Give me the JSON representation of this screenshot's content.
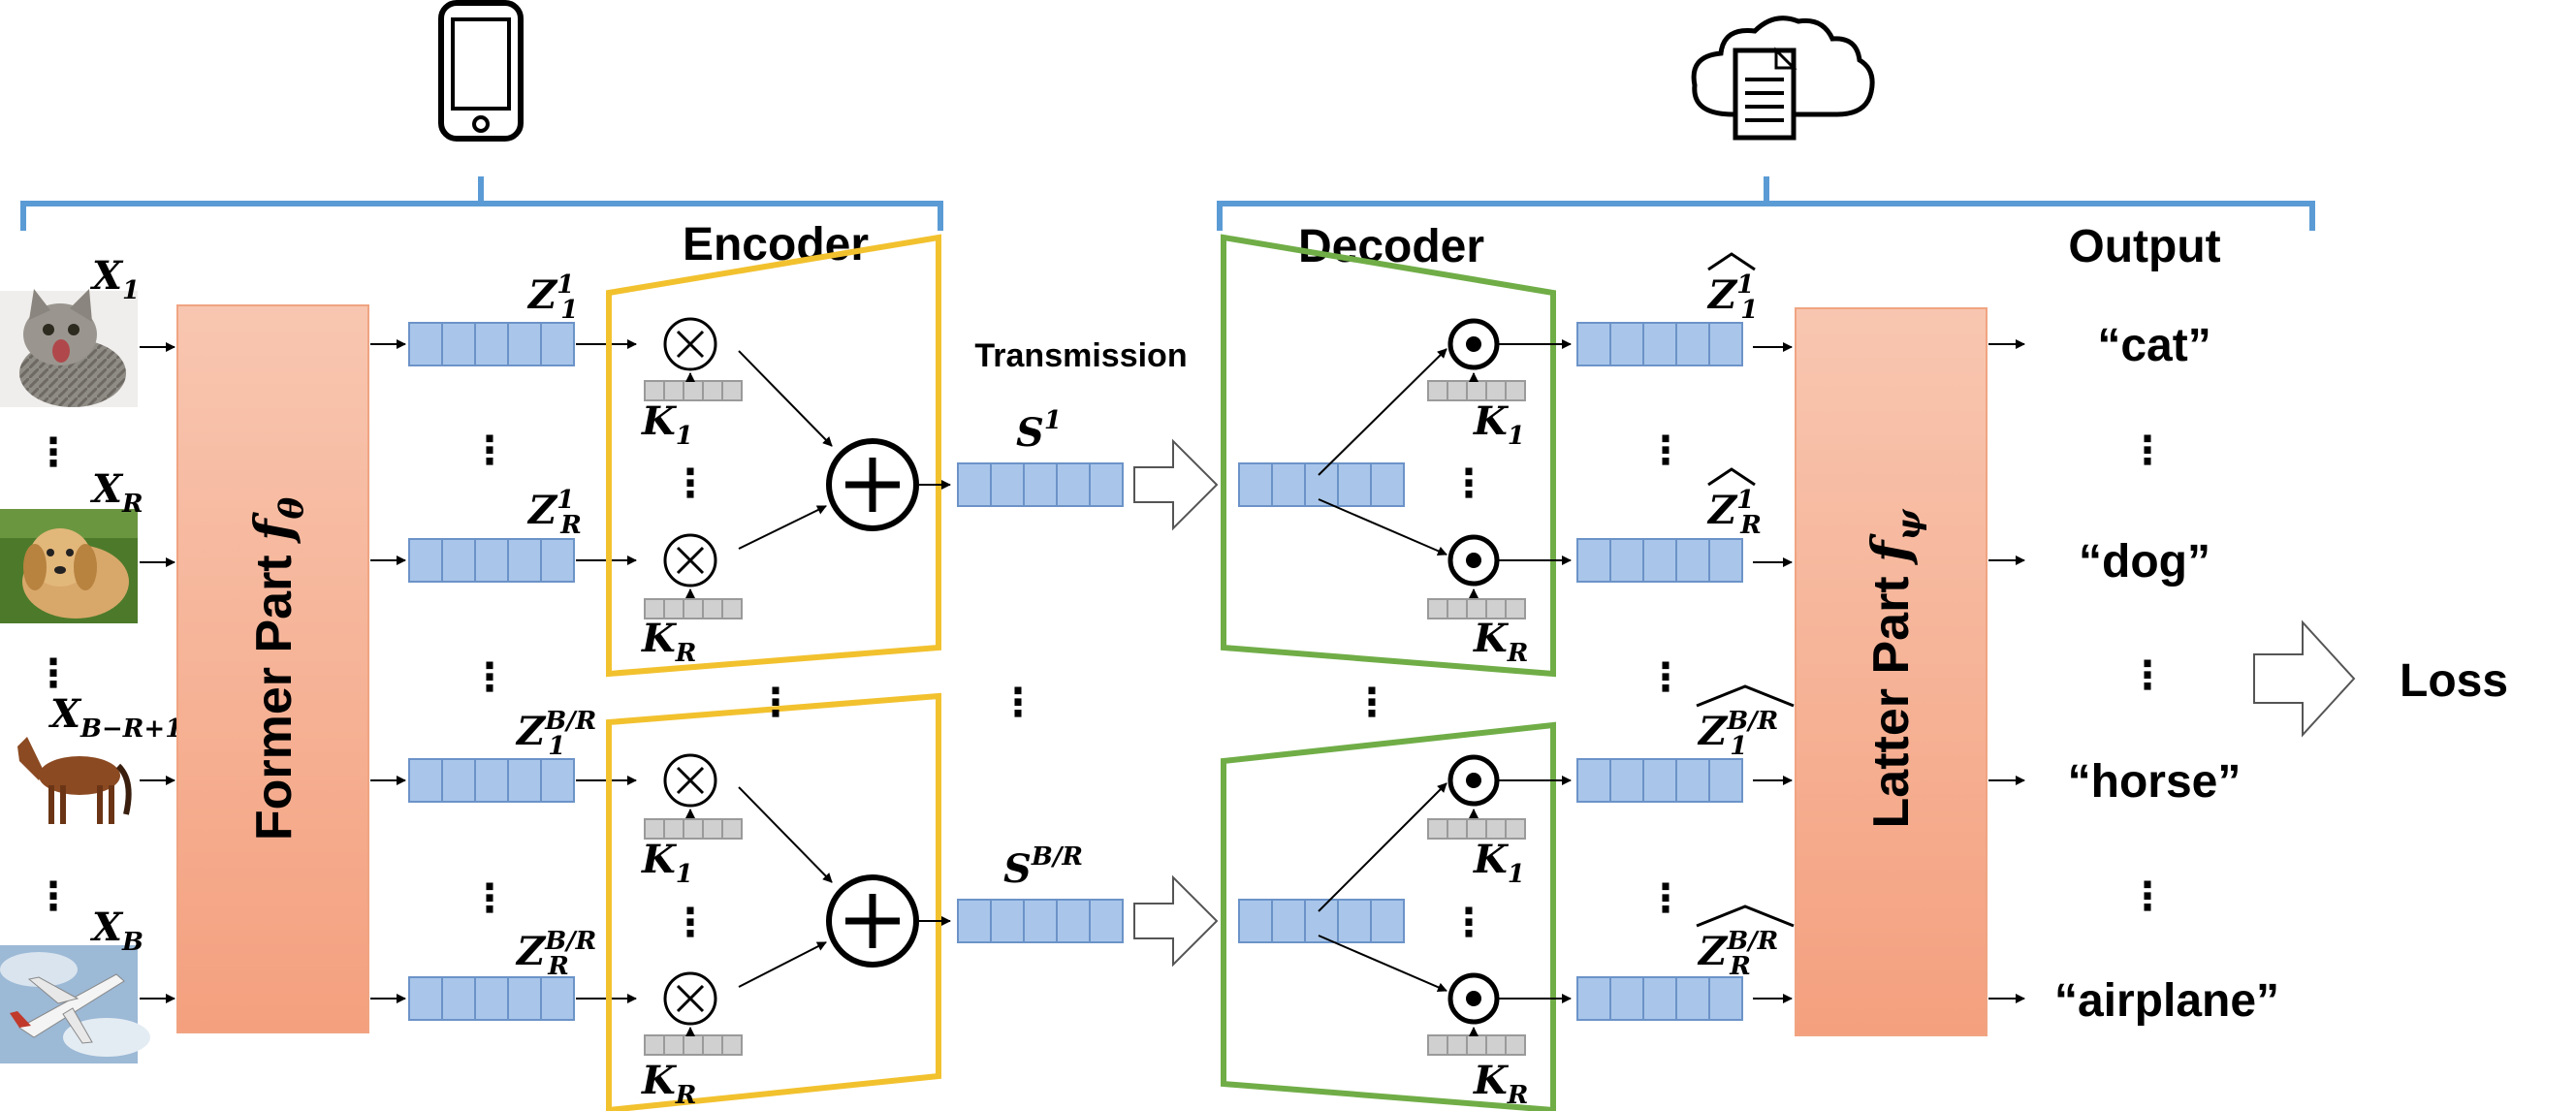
{
  "headers": {
    "encoder": "Encoder",
    "decoder": "Decoder",
    "output": "Output",
    "transmission": "Transmission",
    "loss": "Loss"
  },
  "blocks": {
    "former_label": "Former Part ",
    "former_symbol": "f",
    "former_sub": "θ",
    "latter_label": "Latter Part ",
    "latter_symbol": "f",
    "latter_sub": "ψ"
  },
  "inputs": [
    {
      "base": "X",
      "sub": "1",
      "image": "cat"
    },
    {
      "base": "X",
      "sub": "R",
      "image": "dog"
    },
    {
      "base": "X",
      "sub": "B−R+1",
      "image": "horse"
    },
    {
      "base": "X",
      "sub": "B",
      "image": "airplane"
    }
  ],
  "features": [
    {
      "base": "Z",
      "sub": "1",
      "sup": "1"
    },
    {
      "base": "Z",
      "sub": "R",
      "sup": "1"
    },
    {
      "base": "Z",
      "sub": "1",
      "sup": "B/R"
    },
    {
      "base": "Z",
      "sub": "R",
      "sup": "B/R"
    }
  ],
  "keys": [
    {
      "base": "K",
      "sub": "1"
    },
    {
      "base": "K",
      "sub": "R"
    }
  ],
  "signals": [
    {
      "base": "S",
      "sup": "1"
    },
    {
      "base": "S",
      "sup": "B/R"
    }
  ],
  "outputs": [
    "“cat”",
    "“dog”",
    "“horse”",
    "“airplane”"
  ],
  "ellipsis": "⋮",
  "colors": {
    "bracket": "#5b9bd5",
    "encoder_border": "#f2c12e",
    "decoder_border": "#70ad47",
    "block_fill_top": "#f8c6b0",
    "block_fill_bottom": "#f4a07e",
    "vector_fill": "#a9c6ea",
    "vector_border": "#6c93c8",
    "key_fill": "#d0d0d0",
    "key_border": "#9a9a9a"
  },
  "icons": {
    "device": "smartphone-icon",
    "server": "cloud-document-icon",
    "multiply": "circle-times-icon",
    "sum": "circle-plus-icon",
    "elementwise": "circle-dot-icon"
  }
}
